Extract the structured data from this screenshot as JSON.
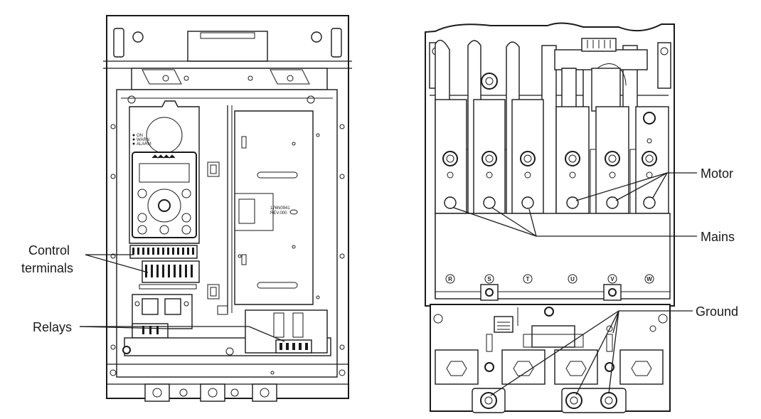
{
  "labels": {
    "control_terminals_line1": "Control",
    "control_terminals_line2": "terminals",
    "relays": "Relays",
    "motor": "Motor",
    "mains": "Mains",
    "ground": "Ground"
  },
  "terminals": [
    "R",
    "S",
    "T",
    "U",
    "V",
    "W"
  ],
  "part_number_line1": "176N0941",
  "part_number_line2": "REV.000",
  "keypad_leds": [
    "ON",
    "WARN",
    "ALARM"
  ]
}
